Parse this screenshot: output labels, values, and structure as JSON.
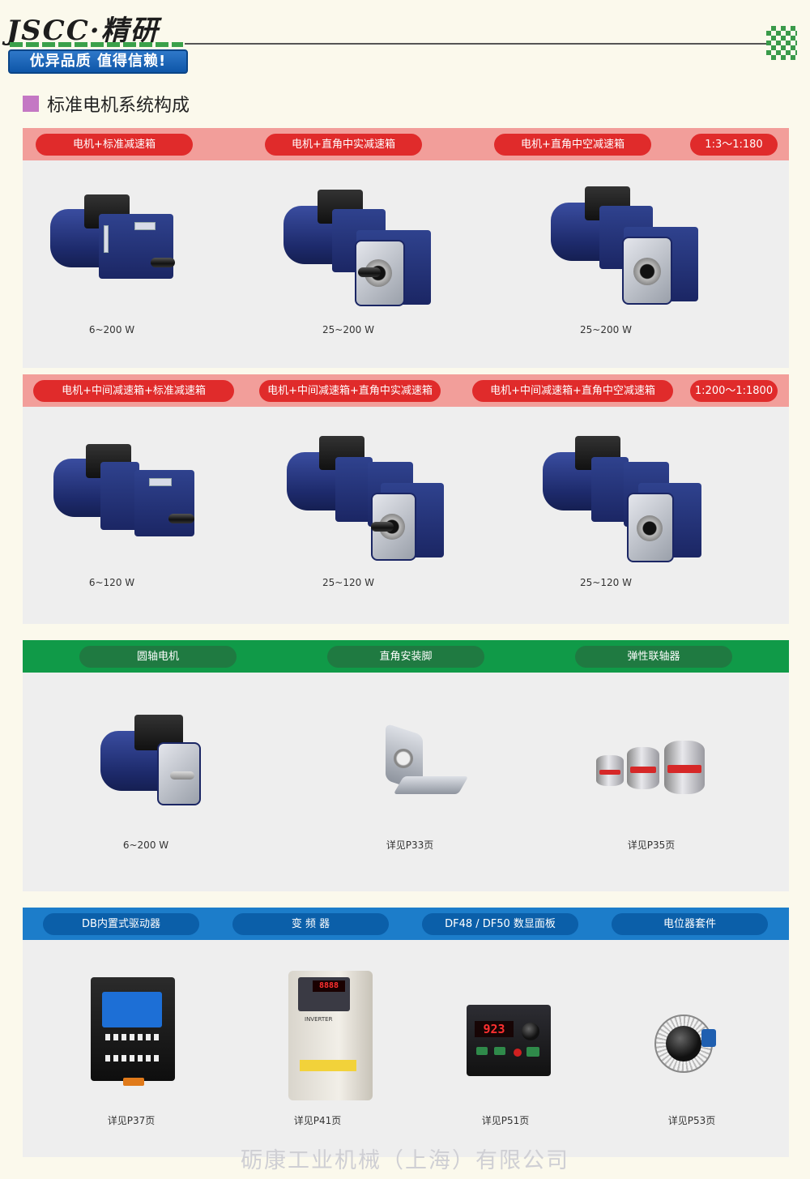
{
  "brand": {
    "name": "JSCC·精研",
    "slogan": "优异品质 值得信赖!"
  },
  "section_title": "标准电机系统构成",
  "rows": [
    {
      "color": "#f29e9a",
      "pills": [
        "电机+标准减速箱",
        "电机+直角中实减速箱",
        "电机+直角中空减速箱",
        "1:3～1:180"
      ],
      "items": [
        {
          "icon": "motor-standard-gearbox-image",
          "caption": "6~200 W"
        },
        {
          "icon": "motor-right-angle-solid-gearbox-image",
          "caption": "25~200 W"
        },
        {
          "icon": "motor-right-angle-hollow-gearbox-image",
          "caption": "25~200 W"
        }
      ]
    },
    {
      "color": "#f29e9a",
      "pills": [
        "电机+中间减速箱+标准减速箱",
        "电机+中间减速箱+直角中实减速箱",
        "电机+中间减速箱+直角中空减速箱",
        "1:200～1:1800"
      ],
      "items": [
        {
          "icon": "motor-intermediate-standard-gearbox-image",
          "caption": "6~120 W"
        },
        {
          "icon": "motor-intermediate-right-angle-solid-image",
          "caption": "25~120 W"
        },
        {
          "icon": "motor-intermediate-right-angle-hollow-image",
          "caption": "25~120 W"
        }
      ]
    },
    {
      "color": "#109a48",
      "pills": [
        "圆轴电机",
        "直角安装脚",
        "弹性联轴器"
      ],
      "items": [
        {
          "icon": "round-shaft-motor-image",
          "caption": "6~200 W"
        },
        {
          "icon": "right-angle-bracket-image",
          "caption": "详见P33页"
        },
        {
          "icon": "elastic-coupling-image",
          "caption": "详见P35页"
        }
      ]
    },
    {
      "color": "#1c7dca",
      "pills": [
        "DB内置式驱动器",
        "变 频 器",
        "DF48 / DF50 数显面板",
        "电位器套件"
      ],
      "items": [
        {
          "icon": "db-driver-image",
          "caption": "详见P37页"
        },
        {
          "icon": "inverter-image",
          "caption": "详见P41页"
        },
        {
          "icon": "digital-display-panel-image",
          "caption": "详见P51页",
          "display": "923"
        },
        {
          "icon": "potentiometer-kit-image",
          "caption": "详见P53页"
        }
      ]
    }
  ],
  "inverter_label": "INVERTER",
  "footer": "砺康工业机械（上海）有限公司"
}
